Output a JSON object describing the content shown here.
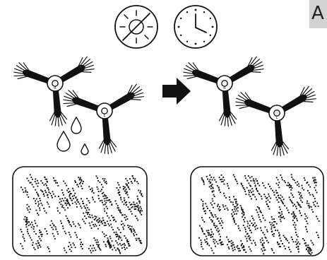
{
  "step_label": "A",
  "icons": {
    "no_sun": "sun-crossed-out-icon",
    "clock": "clock-icon",
    "arrow": "right-arrow-icon"
  },
  "brush_marks": {
    "right": "R",
    "left": "L"
  },
  "colors": {
    "ink": "#111111",
    "tag_background": "#d2d2d2"
  }
}
